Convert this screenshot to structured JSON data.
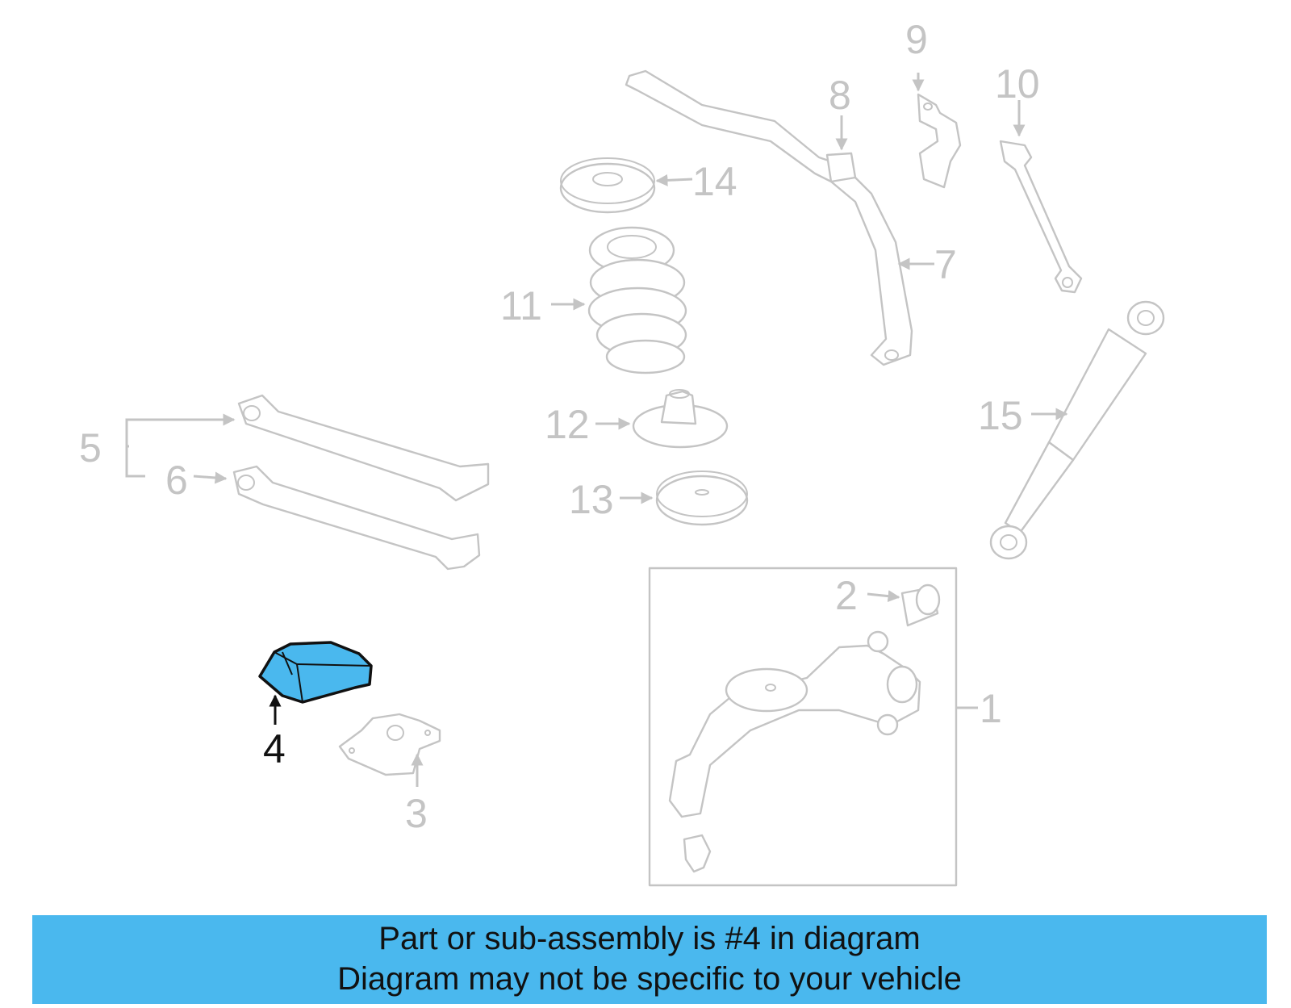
{
  "diagram": {
    "selected_part": "4",
    "callouts": [
      "1",
      "2",
      "3",
      "4",
      "5",
      "6",
      "7",
      "8",
      "9",
      "10",
      "11",
      "12",
      "13",
      "14",
      "15"
    ]
  },
  "banner": {
    "line1": "Part or sub-assembly is #4 in diagram",
    "line2": "Diagram may not be specific to your vehicle"
  },
  "colors": {
    "highlight": "#4ab8ee",
    "banner_bg": "#4ab8ee",
    "inactive": "#c4c4c4",
    "active": "#111111"
  }
}
